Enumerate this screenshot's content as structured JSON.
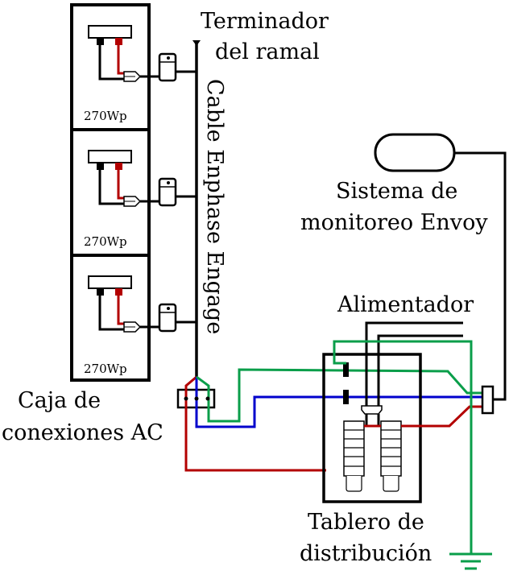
{
  "colors": {
    "black": "#000000",
    "red": "#b30000",
    "green": "#0a9e4a",
    "blue": "#0000cc"
  },
  "labels": {
    "terminator_line1": "Terminador",
    "terminator_line2": "del ramal",
    "cable": "Cable Enphase Engage",
    "envoy_line1": "Sistema de",
    "envoy_line2": "monitoreo Envoy",
    "feeder": "Alimentador",
    "junction_line1": "Caja de",
    "junction_line2": "conexiones AC",
    "panel_line1": "Tablero de",
    "panel_line2": "distribución"
  },
  "panels": [
    {
      "rating": "270Wp"
    },
    {
      "rating": "270Wp"
    },
    {
      "rating": "270Wp"
    }
  ]
}
